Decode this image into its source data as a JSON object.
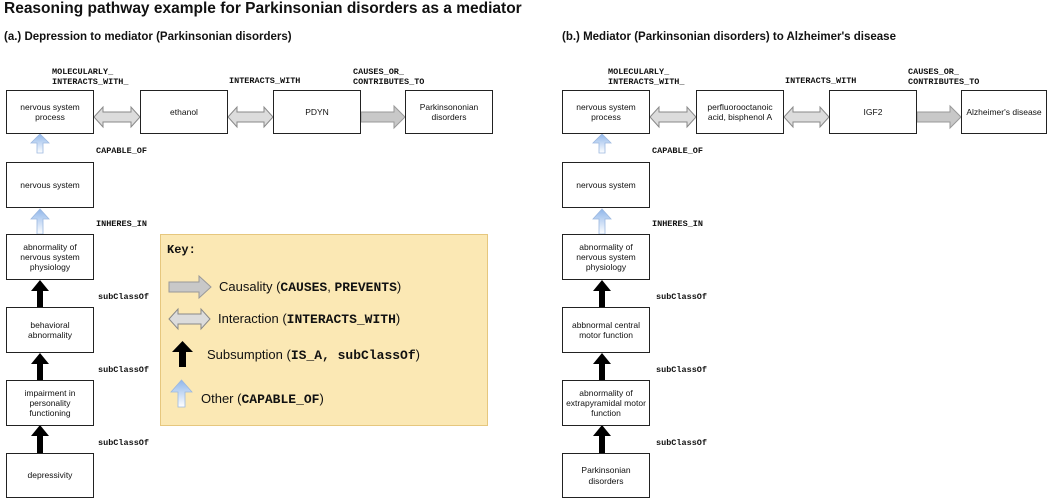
{
  "title": "Reasoning pathway example for Parkinsonian disorders as a mediator",
  "panel_a": {
    "title": "(a.) Depression to mediator (Parkinsonian disorders)",
    "nodes": {
      "nervous_system_process": "nervous system process",
      "ethanol": "ethanol",
      "pdyn": "PDYN",
      "parkinsonian": "Parkinsononian disorders",
      "nervous_system": "nervous system",
      "abnormality_ns": "abnormality of nervous system physiology",
      "behavioral": "behavioral abnormality",
      "impairment": "impairment in personality functioning",
      "depressivity": "depressivity"
    },
    "edges": {
      "molecularly": "MOLECULARLY_\nINTERACTS_WITH_",
      "interacts": "INTERACTS_WITH",
      "causes": "CAUSES_OR_\nCONTRIBUTES_TO",
      "capable": "CAPABLE_OF",
      "inheres": "INHERES_IN",
      "subclass1": "subClassOf",
      "subclass2": "subClassOf",
      "subclass3": "subClassOf"
    }
  },
  "panel_b": {
    "title": "(b.) Mediator (Parkinsonian disorders) to Alzheimer's disease",
    "nodes": {
      "nervous_system_process": "nervous system process",
      "pfoa": "perfluorooctanoic acid, bisphenol A",
      "igf2": "IGF2",
      "alzheimers": "Alzheimer's disease",
      "nervous_system": "nervous system",
      "abnormality_ns": "abnormality of nervous system physiology",
      "central_motor": "abbnormal central motor function",
      "extrapyramidal": "abnormality of extrapyramidal motor function",
      "parkinsonian": "Parkinsonian disorders"
    },
    "edges": {
      "molecularly": "MOLECULARLY_\nINTERACTS_WITH_",
      "interacts": "INTERACTS_WITH",
      "causes": "CAUSES_OR_\nCONTRIBUTES_TO",
      "capable": "CAPABLE_OF",
      "inheres": "INHERES_IN",
      "subclass1": "subClassOf",
      "subclass2": "subClassOf",
      "subclass3": "subClassOf"
    }
  },
  "key": {
    "title": "Key:",
    "causality": {
      "text": "Causality (",
      "code1": "CAUSES",
      "sep": ", ",
      "code2": "PREVENTS",
      "end": ")"
    },
    "interaction": {
      "text": "Interaction (",
      "code": "INTERACTS_WITH",
      "end": ")"
    },
    "subsumption": {
      "text": "Subsumption (",
      "code": "IS_A, subClassOf",
      "end": ")"
    },
    "other": {
      "text": "Other (",
      "code": "CAPABLE_OF",
      "end": ")"
    }
  },
  "colors": {
    "causality_arrow": "#c8c8c8",
    "interaction_arrow": "#dcdcdc",
    "subsumption_arrow": "#000000",
    "other_arrow_top": "#8fb6ea",
    "other_arrow_bottom": "#ffffff",
    "key_background": "#fbe8b4",
    "key_border": "#e6c77e"
  }
}
